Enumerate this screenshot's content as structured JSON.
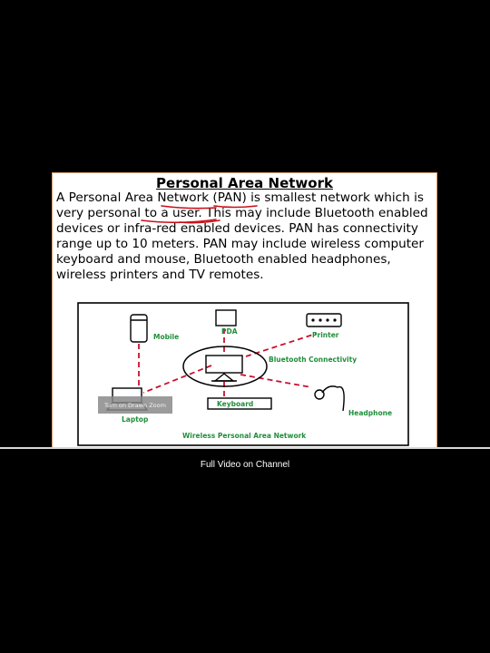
{
  "slide": {
    "title": "Personal Area Network",
    "body": "A Personal Area Network (PAN) is smallest network which is very personal to a user. This may include Bluetooth enabled devices or infra-red enabled devices. PAN has connectivity range up to 10 meters. PAN may include wireless computer keyboard and mouse, Bluetooth enabled headphones, wireless printers and TV remotes."
  },
  "diagram": {
    "labels": {
      "mobile": "Mobile",
      "pda": "PDA",
      "printer": "Printer",
      "bluetooth": "Bluetooth Connectivity",
      "keyboard": "Keyboard",
      "headphone": "Headphone",
      "laptop": "Laptop",
      "caption": "Wireless Personal Area Network"
    },
    "colors": {
      "label": "#1f8f3a",
      "link": "#c8102e"
    }
  },
  "watermark": "Turn on Drawn Zoom",
  "footer": {
    "caption": "Full Video on Channel"
  }
}
